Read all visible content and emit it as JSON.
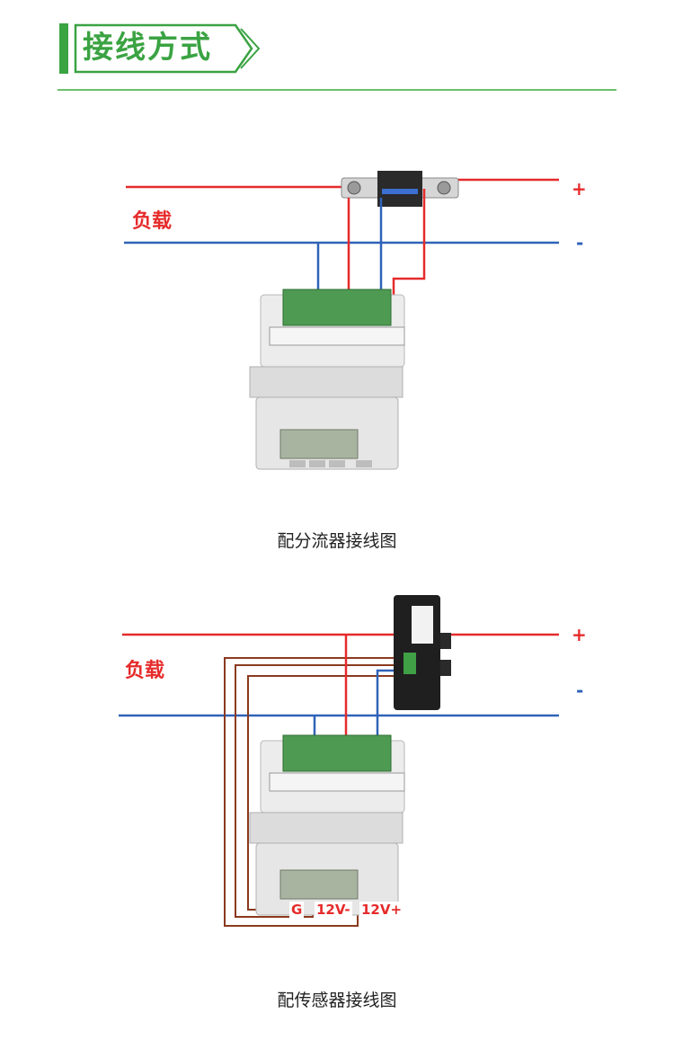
{
  "header": {
    "title": "接线方式"
  },
  "diagram1": {
    "load_label": "负载",
    "plus_label": "+",
    "minus_label": "-",
    "caption": "配分流器接线图"
  },
  "diagram2": {
    "load_label": "负载",
    "plus_label": "+",
    "minus_label": "-",
    "terminal_g": "G",
    "terminal_12v_minus": "12V-",
    "terminal_12v_plus": "12V+",
    "caption": "配传感器接线图"
  },
  "colors": {
    "accent_green": "#3aa342",
    "positive_wire": "#e62b2b",
    "negative_wire": "#2f63b8",
    "power_wire": "#8a3a1e"
  }
}
